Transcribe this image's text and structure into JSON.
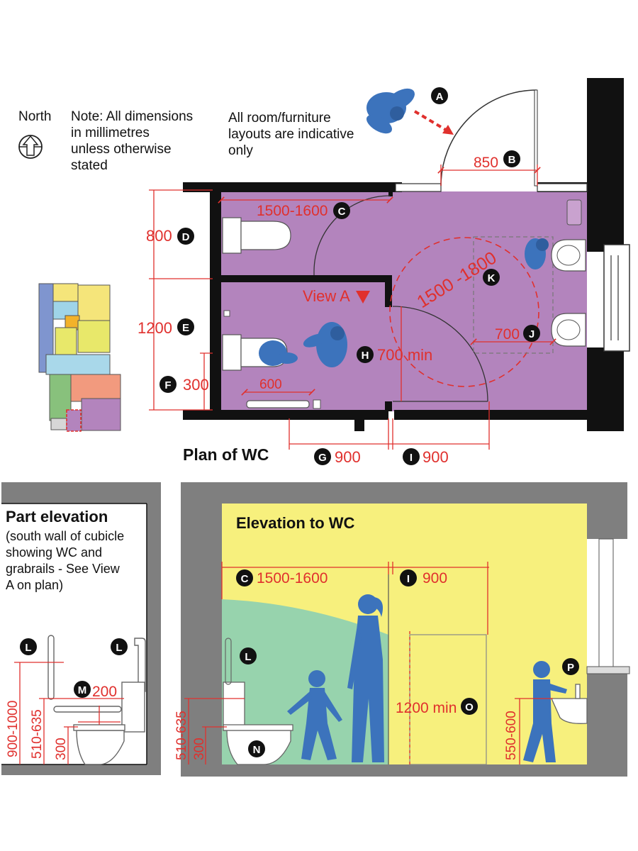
{
  "notes": {
    "north": "North",
    "dimensions": [
      "Note: All dimensions",
      "in millimetres",
      "unless otherwise",
      "stated"
    ],
    "indicative": [
      "All room/furniture",
      "layouts are indicative",
      "only"
    ]
  },
  "plan": {
    "title": "Plan of WC",
    "view_label": "View A",
    "dims": {
      "b": "850",
      "c": "1500-1600",
      "d": "800",
      "e": "1200",
      "f": "300",
      "six_hundred": "600",
      "g": "900",
      "h": "700 min",
      "i": "900",
      "j": "700",
      "k": "1500 -1800"
    }
  },
  "part_elevation": {
    "title": "Part elevation",
    "subtitle": [
      "(south wall of cubicle",
      "showing WC and",
      "grabrails - See View",
      "A on plan)"
    ],
    "dims": {
      "h1": "900-1000",
      "h2": "510-635",
      "h3": "300",
      "m": "200"
    }
  },
  "wc_elevation": {
    "title": "Elevation to WC",
    "dims": {
      "c": "1500-1600",
      "i": "900",
      "o": "1200 min",
      "h2": "510-635",
      "h3": "300",
      "basin": "550-600"
    }
  },
  "badges": [
    "A",
    "B",
    "C",
    "D",
    "E",
    "F",
    "G",
    "H",
    "I",
    "J",
    "K",
    "L",
    "M",
    "N",
    "O",
    "P"
  ],
  "colors": {
    "dimension": "#e0302d",
    "room_plan": "#b384bd",
    "room_elevation": "#f7f07d",
    "door_swing_elevation": "#97d3ad",
    "figure": "#3c73bc",
    "wall": "#111111",
    "wall_grey": "#7f7f7f"
  }
}
